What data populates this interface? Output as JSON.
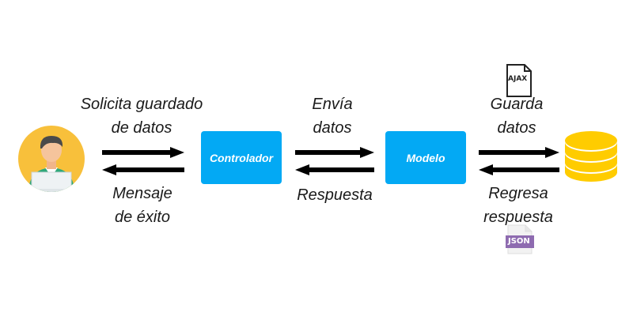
{
  "nodes": {
    "controller": {
      "label": "Controlador",
      "color": "#03a9f4"
    },
    "model": {
      "label": "Modelo",
      "color": "#03a9f4"
    }
  },
  "edges": {
    "user_to_controller": {
      "line1": "Solicita guardado",
      "line2": "de datos"
    },
    "controller_to_user": {
      "line1": "Mensaje",
      "line2": "de éxito"
    },
    "controller_to_model": {
      "line1": "Envía",
      "line2": "datos"
    },
    "model_to_controller": {
      "line1": "Respuesta"
    },
    "model_to_db": {
      "line1": "Guarda",
      "line2": "datos"
    },
    "db_to_model": {
      "line1": "Regresa",
      "line2": "respuesta"
    }
  },
  "file_icons": {
    "ajax": "AJAX",
    "json": "JSON"
  },
  "colors": {
    "database": "#ffcc00",
    "avatar_bg": "#f8c03b",
    "arrow": "#000000",
    "json_badge": "#8e6bb0"
  }
}
